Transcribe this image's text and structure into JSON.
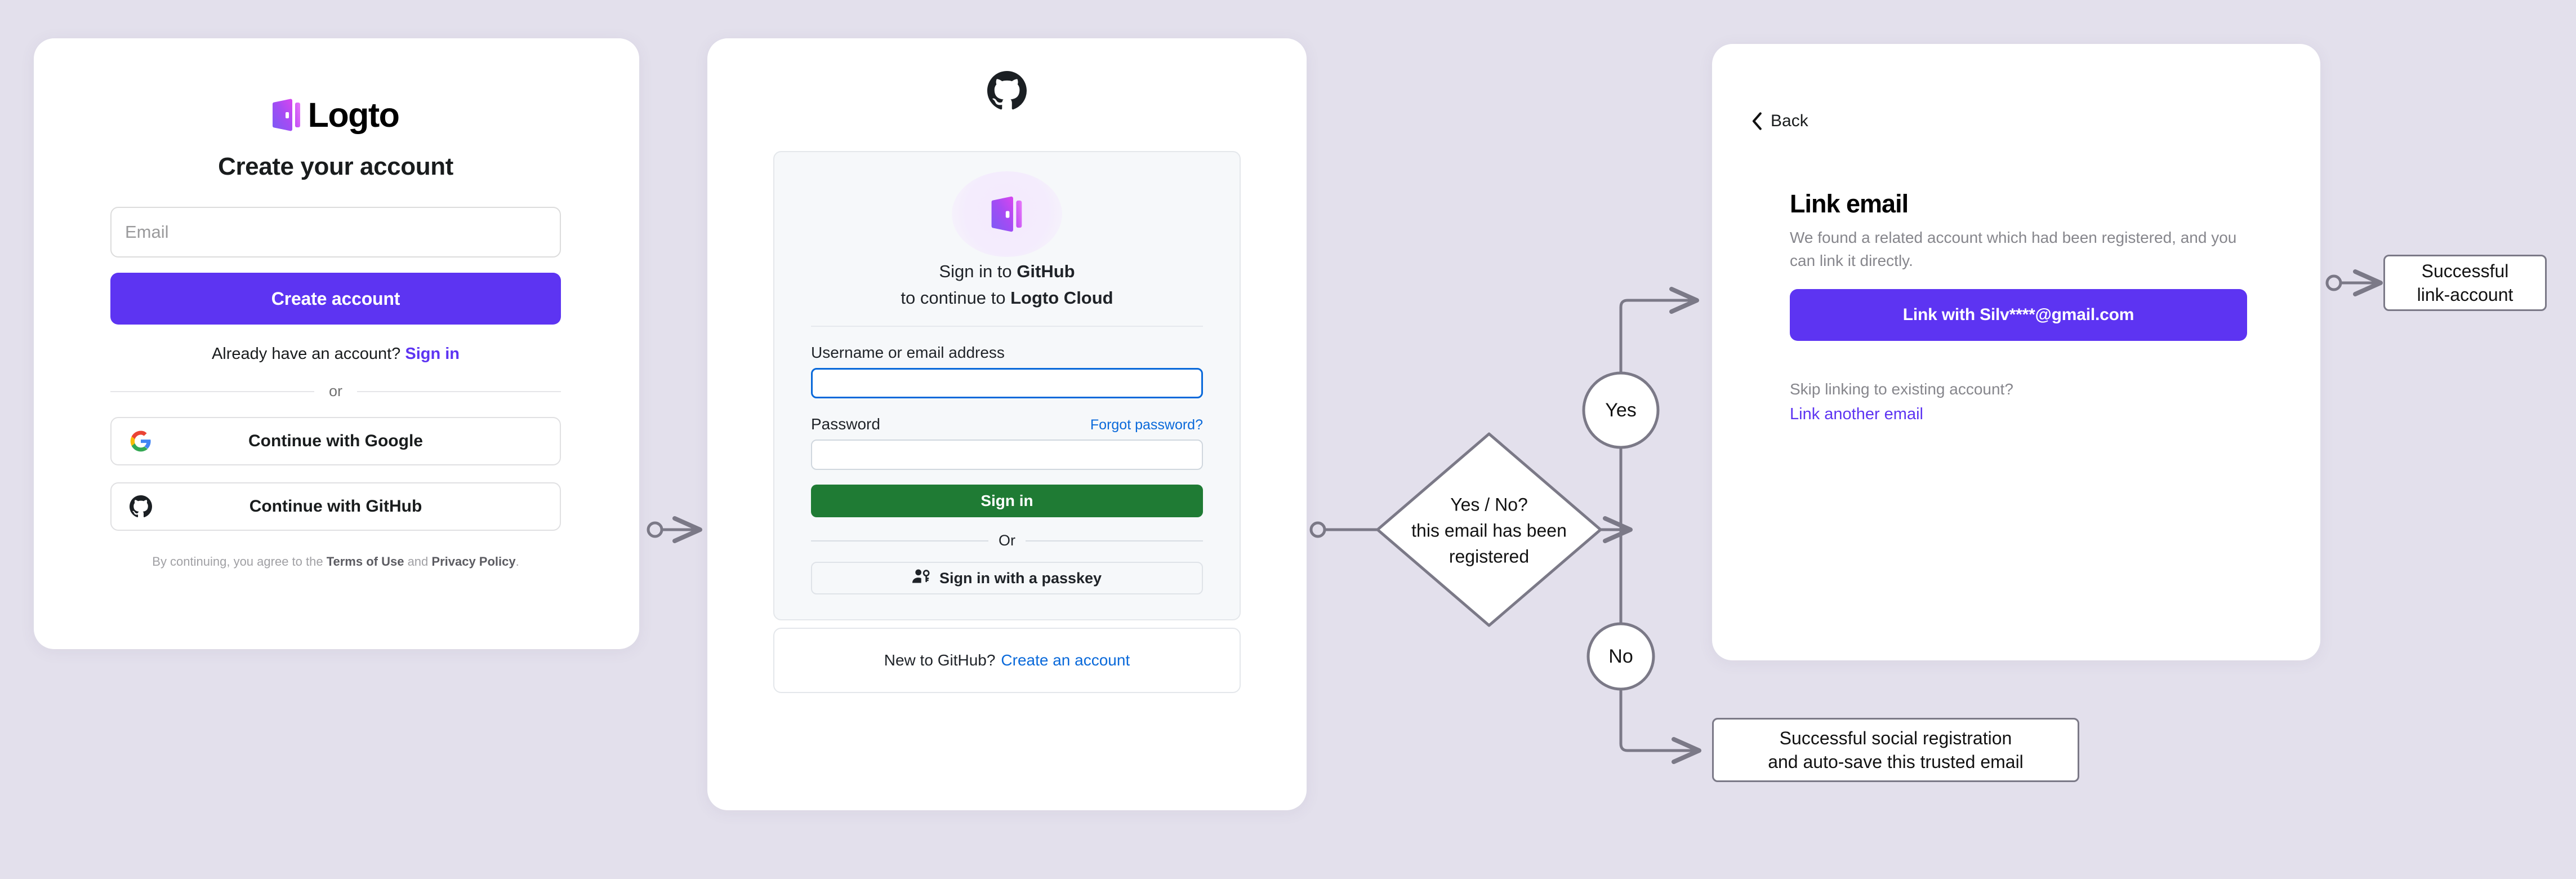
{
  "background_color": "#e3e0ec",
  "accent_purple": "#5d34f2",
  "signup_card": {
    "brand_name": "Logto",
    "brand_icon": "logto-door-icon",
    "title": "Create your account",
    "email_placeholder": "Email",
    "email_value": "",
    "primary_button": "Create account",
    "already_prefix": "Already have an account? ",
    "already_link": "Sign in",
    "divider": "or",
    "social_buttons": [
      {
        "icon": "google-icon",
        "label": "Continue with Google"
      },
      {
        "icon": "github-icon",
        "label": "Continue with GitHub"
      }
    ],
    "legal_prefix": "By continuing, you agree to the ",
    "legal_terms": "Terms of Use",
    "legal_and": " and ",
    "legal_privacy": "Privacy Policy",
    "legal_suffix": "."
  },
  "github_card": {
    "logo_icon": "github-mark-icon",
    "app_icon": "logto-door-icon",
    "heading_line1_prefix": "Sign in to ",
    "heading_line1_bold": "GitHub",
    "heading_line2_prefix": "to continue to ",
    "heading_line2_bold": "Logto Cloud",
    "username_label": "Username or email address",
    "username_value": "",
    "password_label": "Password",
    "password_value": "",
    "forgot_link": "Forgot password?",
    "signin_button": "Sign in",
    "divider": "Or",
    "passkey_icon": "passkey-person-key-icon",
    "passkey_button": "Sign in with a passkey",
    "new_prefix": "New to GitHub?",
    "new_link": "Create an account"
  },
  "link_card": {
    "back_icon": "chevron-left-icon",
    "back_label": "Back",
    "title": "Link email",
    "description": "We found a related account which had been registered, and you can link it directly.",
    "cta_button": "Link with Silv****@gmail.com",
    "skip_text": "Skip linking to existing account?",
    "another_link": "Link another email"
  },
  "flow": {
    "decision_line1": "Yes / No?",
    "decision_line2": "this email has been",
    "decision_line3": "registered",
    "branch_yes": "Yes",
    "branch_no": "No",
    "outcome_link_line1": "Successful",
    "outcome_link_line2": "link-account",
    "outcome_social_line1": "Successful social registration",
    "outcome_social_line2": "and auto-save this trusted email",
    "stroke_color": "#7b7987"
  }
}
